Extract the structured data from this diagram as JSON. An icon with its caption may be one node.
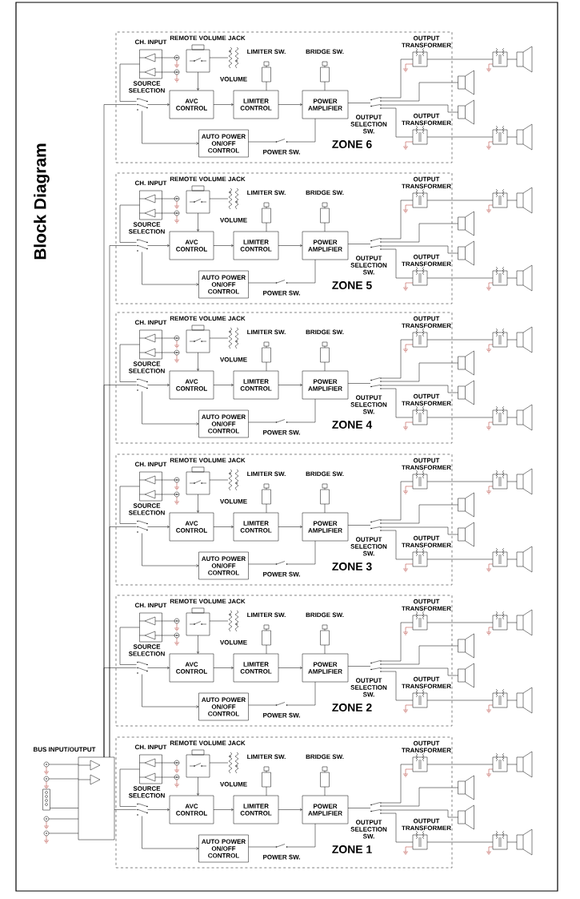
{
  "diagram": {
    "title": "Block Diagram",
    "nodes": [
      {
        "text": [
          "ZONE 6"
        ]
      },
      {
        "text": [
          "CH. INPUT"
        ],
        "in": 0
      },
      {
        "text": [],
        "shape": "circle",
        "in": 0
      },
      {
        "text": [],
        "shape": "circle",
        "in": 0
      },
      {
        "text": [
          "REMOTE VOLUME JACK"
        ],
        "in": 0
      },
      {
        "text": [
          "VOLUME"
        ],
        "in": 0
      },
      {
        "text": [
          "SOURCE SELECTION"
        ],
        "in": 0
      },
      {
        "text": [
          "AVC CONTROL"
        ],
        "in": 0
      },
      {
        "text": [
          "LIMITER SW."
        ],
        "in": 0
      },
      {
        "text": [
          "LIMITER CONTROL"
        ],
        "in": 0
      },
      {
        "text": [
          "BRIDGE SW."
        ],
        "in": 0
      },
      {
        "text": [
          "POWER AMPLIFIER"
        ],
        "in": 0
      },
      {
        "text": [
          "AUTO POWER ON/OFF CONTROL"
        ],
        "in": 0
      },
      {
        "text": [
          "POWER SW."
        ],
        "in": 0
      },
      {
        "text": [
          "OUTPUT SELECTION SW."
        ],
        "in": 0
      },
      {
        "text": [
          "OUTPUT TRANSFORMER"
        ],
        "in": 0
      },
      {
        "text": [
          "OUTPUT TRANSFORMER"
        ],
        "in": 0
      },
      {
        "text": [],
        "shape": "speaker"
      },
      {
        "text": [],
        "shape": "speaker"
      },
      {
        "text": [],
        "shape": "transformer"
      },
      {
        "text": [],
        "shape": "speaker"
      },
      {
        "text": [],
        "shape": "transformer"
      },
      {
        "text": [],
        "shape": "speaker"
      },
      {
        "text": [
          "ZONE 5"
        ]
      },
      {
        "text": [
          "CH. INPUT"
        ],
        "in": 23
      },
      {
        "text": [],
        "shape": "circle",
        "in": 23
      },
      {
        "text": [],
        "shape": "circle",
        "in": 23
      },
      {
        "text": [
          "REMOTE VOLUME JACK"
        ],
        "in": 23
      },
      {
        "text": [
          "VOLUME"
        ],
        "in": 23
      },
      {
        "text": [
          "SOURCE SELECTION"
        ],
        "in": 23
      },
      {
        "text": [
          "AVC CONTROL"
        ],
        "in": 23
      },
      {
        "text": [
          "LIMITER SW."
        ],
        "in": 23
      },
      {
        "text": [
          "LIMITER CONTROL"
        ],
        "in": 23
      },
      {
        "text": [
          "BRIDGE SW."
        ],
        "in": 23
      },
      {
        "text": [
          "POWER AMPLIFIER"
        ],
        "in": 23
      },
      {
        "text": [
          "AUTO POWER ON/OFF CONTROL"
        ],
        "in": 23
      },
      {
        "text": [
          "POWER SW."
        ],
        "in": 23
      },
      {
        "text": [
          "OUTPUT SELECTION SW."
        ],
        "in": 23
      },
      {
        "text": [
          "OUTPUT TRANSFORMER"
        ],
        "in": 23
      },
      {
        "text": [
          "OUTPUT TRANSFORMER"
        ],
        "in": 23
      },
      {
        "text": [],
        "shape": "speaker"
      },
      {
        "text": [],
        "shape": "speaker"
      },
      {
        "text": [],
        "shape": "transformer"
      },
      {
        "text": [],
        "shape": "speaker"
      },
      {
        "text": [],
        "shape": "transformer"
      },
      {
        "text": [],
        "shape": "speaker"
      },
      {
        "text": [
          "ZONE 4"
        ]
      },
      {
        "text": [
          "CH. INPUT"
        ],
        "in": 46
      },
      {
        "text": [],
        "shape": "circle",
        "in": 46
      },
      {
        "text": [],
        "shape": "circle",
        "in": 46
      },
      {
        "text": [
          "REMOTE VOLUME JACK"
        ],
        "in": 46
      },
      {
        "text": [
          "VOLUME"
        ],
        "in": 46
      },
      {
        "text": [
          "SOURCE SELECTION"
        ],
        "in": 46
      },
      {
        "text": [
          "AVC CONTROL"
        ],
        "in": 46
      },
      {
        "text": [
          "LIMITER SW."
        ],
        "in": 46
      },
      {
        "text": [
          "LIMITER CONTROL"
        ],
        "in": 46
      },
      {
        "text": [
          "BRIDGE SW."
        ],
        "in": 46
      },
      {
        "text": [
          "POWER AMPLIFIER"
        ],
        "in": 46
      },
      {
        "text": [
          "AUTO POWER ON/OFF CONTROL"
        ],
        "in": 46
      },
      {
        "text": [
          "POWER SW."
        ],
        "in": 46
      },
      {
        "text": [
          "OUTPUT SELECTION SW."
        ],
        "in": 46
      },
      {
        "text": [
          "OUTPUT TRANSFORMER"
        ],
        "in": 46
      },
      {
        "text": [
          "OUTPUT TRANSFORMER"
        ],
        "in": 46
      },
      {
        "text": [],
        "shape": "speaker"
      },
      {
        "text": [],
        "shape": "speaker"
      },
      {
        "text": [],
        "shape": "transformer"
      },
      {
        "text": [],
        "shape": "speaker"
      },
      {
        "text": [],
        "shape": "transformer"
      },
      {
        "text": [],
        "shape": "speaker"
      },
      {
        "text": [
          "ZONE 3"
        ]
      },
      {
        "text": [
          "CH. INPUT"
        ],
        "in": 69
      },
      {
        "text": [],
        "shape": "circle",
        "in": 69
      },
      {
        "text": [],
        "shape": "circle",
        "in": 69
      },
      {
        "text": [
          "REMOTE VOLUME JACK"
        ],
        "in": 69
      },
      {
        "text": [
          "VOLUME"
        ],
        "in": 69
      },
      {
        "text": [
          "SOURCE SELECTION"
        ],
        "in": 69
      },
      {
        "text": [
          "AVC CONTROL"
        ],
        "in": 69
      },
      {
        "text": [
          "LIMITER SW."
        ],
        "in": 69
      },
      {
        "text": [
          "LIMITER CONTROL"
        ],
        "in": 69
      },
      {
        "text": [
          "BRIDGE SW."
        ],
        "in": 69
      },
      {
        "text": [
          "POWER AMPLIFIER"
        ],
        "in": 69
      },
      {
        "text": [
          "AUTO POWER ON/OFF CONTROL"
        ],
        "in": 69
      },
      {
        "text": [
          "POWER SW."
        ],
        "in": 69
      },
      {
        "text": [
          "OUTPUT SELECTION SW."
        ],
        "in": 69
      },
      {
        "text": [
          "OUTPUT TRANSFORMER"
        ],
        "in": 69
      },
      {
        "text": [
          "OUTPUT TRANSFORMER"
        ],
        "in": 69
      },
      {
        "text": [],
        "shape": "speaker"
      },
      {
        "text": [],
        "shape": "speaker"
      },
      {
        "text": [],
        "shape": "transformer"
      },
      {
        "text": [],
        "shape": "speaker"
      },
      {
        "text": [],
        "shape": "transformer"
      },
      {
        "text": [],
        "shape": "speaker"
      },
      {
        "text": [
          "ZONE 2"
        ]
      },
      {
        "text": [
          "CH. INPUT"
        ],
        "in": 92
      },
      {
        "text": [],
        "shape": "circle",
        "in": 92
      },
      {
        "text": [],
        "shape": "circle",
        "in": 92
      },
      {
        "text": [
          "REMOTE VOLUME JACK"
        ],
        "in": 92
      },
      {
        "text": [
          "VOLUME"
        ],
        "in": 92
      },
      {
        "text": [
          "SOURCE SELECTION"
        ],
        "in": 92
      },
      {
        "text": [
          "AVC CONTROL"
        ],
        "in": 92
      },
      {
        "text": [
          "LIMITER SW."
        ],
        "in": 92
      },
      {
        "text": [
          "LIMITER CONTROL"
        ],
        "in": 92
      },
      {
        "text": [
          "BRIDGE SW."
        ],
        "in": 92
      },
      {
        "text": [
          "POWER AMPLIFIER"
        ],
        "in": 92
      },
      {
        "text": [
          "AUTO POWER ON/OFF CONTROL"
        ],
        "in": 92
      },
      {
        "text": [
          "POWER SW."
        ],
        "in": 92
      },
      {
        "text": [
          "OUTPUT SELECTION SW."
        ],
        "in": 92
      },
      {
        "text": [
          "OUTPUT TRANSFORMER"
        ],
        "in": 92
      },
      {
        "text": [
          "OUTPUT TRANSFORMER"
        ],
        "in": 92
      },
      {
        "text": [],
        "shape": "speaker"
      },
      {
        "text": [],
        "shape": "speaker"
      },
      {
        "text": [],
        "shape": "transformer"
      },
      {
        "text": [],
        "shape": "speaker"
      },
      {
        "text": [],
        "shape": "transformer"
      },
      {
        "text": [],
        "shape": "speaker"
      },
      {
        "text": [
          "ZONE 1"
        ]
      },
      {
        "text": [
          "CH. INPUT"
        ],
        "in": 115
      },
      {
        "text": [],
        "shape": "circle",
        "in": 115
      },
      {
        "text": [],
        "shape": "circle",
        "in": 115
      },
      {
        "text": [
          "REMOTE VOLUME JACK"
        ],
        "in": 115
      },
      {
        "text": [
          "VOLUME"
        ],
        "in": 115
      },
      {
        "text": [
          "SOURCE SELECTION"
        ],
        "in": 115
      },
      {
        "text": [
          "AVC CONTROL"
        ],
        "in": 115
      },
      {
        "text": [
          "LIMITER SW."
        ],
        "in": 115
      },
      {
        "text": [
          "LIMITER CONTROL"
        ],
        "in": 115
      },
      {
        "text": [
          "BRIDGE SW."
        ],
        "in": 115
      },
      {
        "text": [
          "POWER AMPLIFIER"
        ],
        "in": 115
      },
      {
        "text": [
          "AUTO POWER ON/OFF CONTROL"
        ],
        "in": 115
      },
      {
        "text": [
          "POWER SW."
        ],
        "in": 115
      },
      {
        "text": [
          "OUTPUT SELECTION SW."
        ],
        "in": 115
      },
      {
        "text": [
          "OUTPUT TRANSFORMER"
        ],
        "in": 115
      },
      {
        "text": [
          "OUTPUT TRANSFORMER"
        ],
        "in": 115
      },
      {
        "text": [],
        "shape": "speaker"
      },
      {
        "text": [],
        "shape": "speaker"
      },
      {
        "text": [],
        "shape": "transformer"
      },
      {
        "text": [],
        "shape": "speaker"
      },
      {
        "text": [],
        "shape": "transformer"
      },
      {
        "text": [],
        "shape": "speaker"
      },
      {
        "text": [
          "BUS INPUT/OUTPUT"
        ]
      },
      {
        "text": [],
        "shape": "circle"
      },
      {
        "text": [],
        "shape": "circle"
      },
      {
        "text": [],
        "shape": "box"
      },
      {
        "text": [],
        "shape": "circle"
      },
      {
        "text": [],
        "shape": "circle"
      }
    ],
    "edges": [
      {
        "from": 2,
        "to": 1,
        "arrow": "none"
      },
      {
        "from": 3,
        "to": 1,
        "arrow": "none"
      },
      {
        "from": 1,
        "to": 6,
        "arrow": "none"
      },
      {
        "from": 4,
        "to": 5,
        "arrow": "none"
      },
      {
        "from": 4,
        "to": 7,
        "arrow": "to"
      },
      {
        "from": 6,
        "to": 7,
        "arrow": "to"
      },
      {
        "from": 6,
        "to": 12,
        "arrow": "to"
      },
      {
        "from": 8,
        "to": 9,
        "arrow": "none"
      },
      {
        "from": 7,
        "to": 9,
        "arrow": "to"
      },
      {
        "from": 9,
        "to": 11,
        "arrow": "to"
      },
      {
        "from": 10,
        "to": 11,
        "arrow": "none"
      },
      {
        "from": 11,
        "to": 14,
        "arrow": "none"
      },
      {
        "from": 11,
        "to": 13,
        "arrow": "none"
      },
      {
        "from": 12,
        "to": 13,
        "arrow": "none"
      },
      {
        "from": 14,
        "to": 15,
        "arrow": "none"
      },
      {
        "from": 14,
        "to": 17,
        "arrow": "none"
      },
      {
        "from": 14,
        "to": 18,
        "arrow": "none"
      },
      {
        "from": 14,
        "to": 16,
        "arrow": "none"
      },
      {
        "from": 15,
        "to": 19,
        "arrow": "none"
      },
      {
        "from": 19,
        "to": 20,
        "arrow": "none"
      },
      {
        "from": 16,
        "to": 21,
        "arrow": "none"
      },
      {
        "from": 21,
        "to": 22,
        "arrow": "none"
      },
      {
        "from": 25,
        "to": 24,
        "arrow": "none"
      },
      {
        "from": 26,
        "to": 24,
        "arrow": "none"
      },
      {
        "from": 24,
        "to": 29,
        "arrow": "none"
      },
      {
        "from": 27,
        "to": 28,
        "arrow": "none"
      },
      {
        "from": 27,
        "to": 30,
        "arrow": "to"
      },
      {
        "from": 29,
        "to": 30,
        "arrow": "to"
      },
      {
        "from": 29,
        "to": 35,
        "arrow": "to"
      },
      {
        "from": 31,
        "to": 32,
        "arrow": "none"
      },
      {
        "from": 30,
        "to": 32,
        "arrow": "to"
      },
      {
        "from": 32,
        "to": 34,
        "arrow": "to"
      },
      {
        "from": 33,
        "to": 34,
        "arrow": "none"
      },
      {
        "from": 34,
        "to": 37,
        "arrow": "none"
      },
      {
        "from": 34,
        "to": 36,
        "arrow": "none"
      },
      {
        "from": 35,
        "to": 36,
        "arrow": "none"
      },
      {
        "from": 37,
        "to": 38,
        "arrow": "none"
      },
      {
        "from": 37,
        "to": 40,
        "arrow": "none"
      },
      {
        "from": 37,
        "to": 41,
        "arrow": "none"
      },
      {
        "from": 37,
        "to": 39,
        "arrow": "none"
      },
      {
        "from": 38,
        "to": 42,
        "arrow": "none"
      },
      {
        "from": 42,
        "to": 43,
        "arrow": "none"
      },
      {
        "from": 39,
        "to": 44,
        "arrow": "none"
      },
      {
        "from": 44,
        "to": 45,
        "arrow": "none"
      },
      {
        "from": 48,
        "to": 47,
        "arrow": "none"
      },
      {
        "from": 49,
        "to": 47,
        "arrow": "none"
      },
      {
        "from": 47,
        "to": 52,
        "arrow": "none"
      },
      {
        "from": 50,
        "to": 51,
        "arrow": "none"
      },
      {
        "from": 50,
        "to": 53,
        "arrow": "to"
      },
      {
        "from": 52,
        "to": 53,
        "arrow": "to"
      },
      {
        "from": 52,
        "to": 58,
        "arrow": "to"
      },
      {
        "from": 54,
        "to": 55,
        "arrow": "none"
      },
      {
        "from": 53,
        "to": 55,
        "arrow": "to"
      },
      {
        "from": 55,
        "to": 57,
        "arrow": "to"
      },
      {
        "from": 56,
        "to": 57,
        "arrow": "none"
      },
      {
        "from": 57,
        "to": 60,
        "arrow": "none"
      },
      {
        "from": 57,
        "to": 59,
        "arrow": "none"
      },
      {
        "from": 58,
        "to": 59,
        "arrow": "none"
      },
      {
        "from": 60,
        "to": 61,
        "arrow": "none"
      },
      {
        "from": 60,
        "to": 63,
        "arrow": "none"
      },
      {
        "from": 60,
        "to": 64,
        "arrow": "none"
      },
      {
        "from": 60,
        "to": 62,
        "arrow": "none"
      },
      {
        "from": 61,
        "to": 65,
        "arrow": "none"
      },
      {
        "from": 65,
        "to": 66,
        "arrow": "none"
      },
      {
        "from": 62,
        "to": 67,
        "arrow": "none"
      },
      {
        "from": 67,
        "to": 68,
        "arrow": "none"
      },
      {
        "from": 71,
        "to": 70,
        "arrow": "none"
      },
      {
        "from": 72,
        "to": 70,
        "arrow": "none"
      },
      {
        "from": 70,
        "to": 75,
        "arrow": "none"
      },
      {
        "from": 73,
        "to": 74,
        "arrow": "none"
      },
      {
        "from": 73,
        "to": 76,
        "arrow": "to"
      },
      {
        "from": 75,
        "to": 76,
        "arrow": "to"
      },
      {
        "from": 75,
        "to": 81,
        "arrow": "to"
      },
      {
        "from": 77,
        "to": 78,
        "arrow": "none"
      },
      {
        "from": 76,
        "to": 78,
        "arrow": "to"
      },
      {
        "from": 78,
        "to": 80,
        "arrow": "to"
      },
      {
        "from": 79,
        "to": 80,
        "arrow": "none"
      },
      {
        "from": 80,
        "to": 83,
        "arrow": "none"
      },
      {
        "from": 80,
        "to": 82,
        "arrow": "none"
      },
      {
        "from": 81,
        "to": 82,
        "arrow": "none"
      },
      {
        "from": 83,
        "to": 84,
        "arrow": "none"
      },
      {
        "from": 83,
        "to": 86,
        "arrow": "none"
      },
      {
        "from": 83,
        "to": 87,
        "arrow": "none"
      },
      {
        "from": 83,
        "to": 85,
        "arrow": "none"
      },
      {
        "from": 84,
        "to": 88,
        "arrow": "none"
      },
      {
        "from": 88,
        "to": 89,
        "arrow": "none"
      },
      {
        "from": 85,
        "to": 90,
        "arrow": "none"
      },
      {
        "from": 90,
        "to": 91,
        "arrow": "none"
      },
      {
        "from": 94,
        "to": 93,
        "arrow": "none"
      },
      {
        "from": 95,
        "to": 93,
        "arrow": "none"
      },
      {
        "from": 93,
        "to": 98,
        "arrow": "none"
      },
      {
        "from": 96,
        "to": 97,
        "arrow": "none"
      },
      {
        "from": 96,
        "to": 99,
        "arrow": "to"
      },
      {
        "from": 98,
        "to": 99,
        "arrow": "to"
      },
      {
        "from": 98,
        "to": 104,
        "arrow": "to"
      },
      {
        "from": 100,
        "to": 101,
        "arrow": "none"
      },
      {
        "from": 99,
        "to": 101,
        "arrow": "to"
      },
      {
        "from": 101,
        "to": 103,
        "arrow": "to"
      },
      {
        "from": 102,
        "to": 103,
        "arrow": "none"
      },
      {
        "from": 103,
        "to": 106,
        "arrow": "none"
      },
      {
        "from": 103,
        "to": 105,
        "arrow": "none"
      },
      {
        "from": 104,
        "to": 105,
        "arrow": "none"
      },
      {
        "from": 106,
        "to": 107,
        "arrow": "none"
      },
      {
        "from": 106,
        "to": 109,
        "arrow": "none"
      },
      {
        "from": 106,
        "to": 110,
        "arrow": "none"
      },
      {
        "from": 106,
        "to": 108,
        "arrow": "none"
      },
      {
        "from": 107,
        "to": 111,
        "arrow": "none"
      },
      {
        "from": 111,
        "to": 112,
        "arrow": "none"
      },
      {
        "from": 108,
        "to": 113,
        "arrow": "none"
      },
      {
        "from": 113,
        "to": 114,
        "arrow": "none"
      },
      {
        "from": 117,
        "to": 116,
        "arrow": "none"
      },
      {
        "from": 118,
        "to": 116,
        "arrow": "none"
      },
      {
        "from": 116,
        "to": 121,
        "arrow": "none"
      },
      {
        "from": 119,
        "to": 120,
        "arrow": "none"
      },
      {
        "from": 119,
        "to": 122,
        "arrow": "to"
      },
      {
        "from": 121,
        "to": 122,
        "arrow": "to"
      },
      {
        "from": 121,
        "to": 127,
        "arrow": "to"
      },
      {
        "from": 123,
        "to": 124,
        "arrow": "none"
      },
      {
        "from": 122,
        "to": 124,
        "arrow": "to"
      },
      {
        "from": 124,
        "to": 126,
        "arrow": "to"
      },
      {
        "from": 125,
        "to": 126,
        "arrow": "none"
      },
      {
        "from": 126,
        "to": 129,
        "arrow": "none"
      },
      {
        "from": 126,
        "to": 128,
        "arrow": "none"
      },
      {
        "from": 127,
        "to": 128,
        "arrow": "none"
      },
      {
        "from": 129,
        "to": 130,
        "arrow": "none"
      },
      {
        "from": 129,
        "to": 132,
        "arrow": "none"
      },
      {
        "from": 129,
        "to": 133,
        "arrow": "none"
      },
      {
        "from": 129,
        "to": 131,
        "arrow": "none"
      },
      {
        "from": 130,
        "to": 134,
        "arrow": "none"
      },
      {
        "from": 134,
        "to": 135,
        "arrow": "none"
      },
      {
        "from": 131,
        "to": 136,
        "arrow": "none"
      },
      {
        "from": 136,
        "to": 137,
        "arrow": "none"
      },
      {
        "from": 139,
        "to": 138,
        "arrow": "none"
      },
      {
        "from": 140,
        "to": 138,
        "arrow": "none"
      },
      {
        "from": 141,
        "to": 138,
        "arrow": "none"
      },
      {
        "from": 142,
        "to": 138,
        "arrow": "none"
      },
      {
        "from": 143,
        "to": 138,
        "arrow": "none"
      },
      {
        "from": 138,
        "to": 6,
        "arrow": "none"
      },
      {
        "from": 138,
        "to": 29,
        "arrow": "none"
      },
      {
        "from": 138,
        "to": 52,
        "arrow": "none"
      },
      {
        "from": 138,
        "to": 75,
        "arrow": "none"
      },
      {
        "from": 138,
        "to": 98,
        "arrow": "none"
      },
      {
        "from": 138,
        "to": 121,
        "arrow": "none"
      }
    ]
  }
}
